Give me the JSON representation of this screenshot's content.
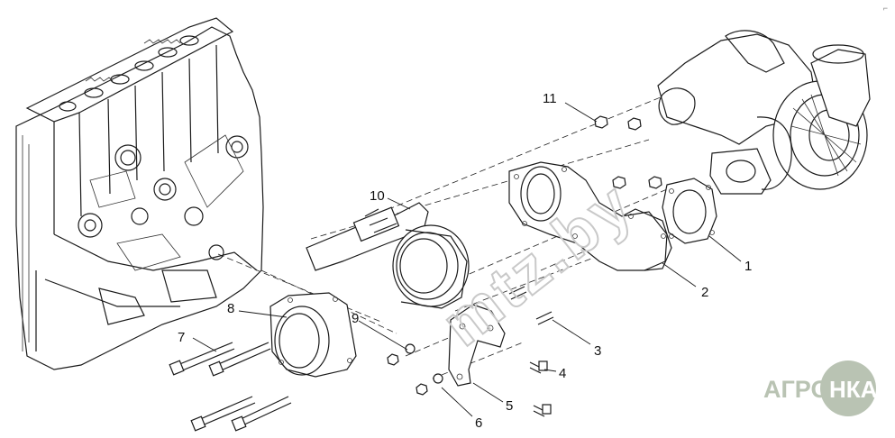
{
  "diagram": {
    "callouts": [
      {
        "id": "1",
        "text": "1"
      },
      {
        "id": "2",
        "text": "2"
      },
      {
        "id": "3",
        "text": "3"
      },
      {
        "id": "4",
        "text": "4"
      },
      {
        "id": "5",
        "text": "5"
      },
      {
        "id": "6",
        "text": "6"
      },
      {
        "id": "7",
        "text": "7"
      },
      {
        "id": "8",
        "text": "8"
      },
      {
        "id": "9",
        "text": "9"
      },
      {
        "id": "10",
        "text": "10"
      },
      {
        "id": "11",
        "text": "11"
      }
    ],
    "watermark": "mtz.by",
    "logo": {
      "left_text": "АГРО",
      "circle_text": "НКА"
    },
    "corner_mark": "⌐"
  },
  "colors": {
    "line": "#1a1a1a",
    "watermark": "#c9c9c9",
    "logo": "#b9c3b3"
  }
}
